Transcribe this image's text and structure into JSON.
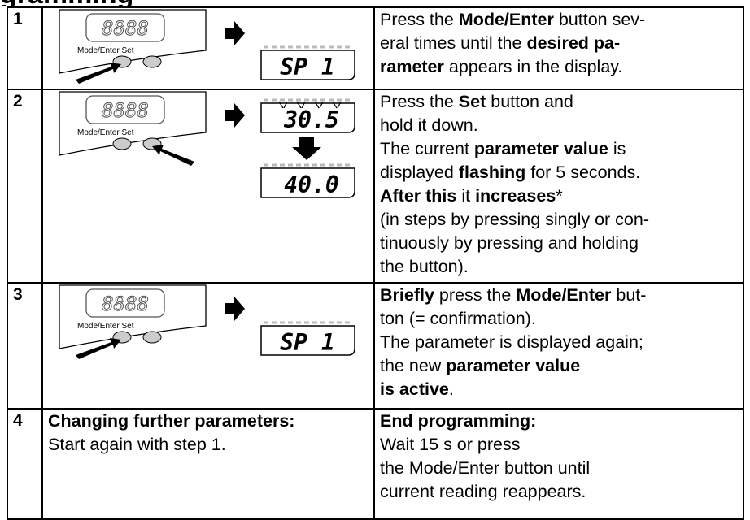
{
  "page": {
    "partial_title": "gramming"
  },
  "steps": [
    {
      "number": "1",
      "device": {
        "digits": "8888",
        "labels": "Mode/Enter Set",
        "pressed": "mode-enter"
      },
      "displays": [
        "SP 1"
      ],
      "text_lines": [
        [
          {
            "t": "Press the "
          },
          {
            "t": "Mode/Enter",
            "b": true
          },
          {
            "t": " button sev-"
          }
        ],
        [
          {
            "t": "eral times until the "
          },
          {
            "t": "desired pa-",
            "b": true
          }
        ],
        [
          {
            "t": "rameter",
            "b": true
          },
          {
            "t": " appears in the display."
          }
        ]
      ]
    },
    {
      "number": "2",
      "device": {
        "digits": "8888",
        "labels": "Mode/Enter Set",
        "pressed": "set"
      },
      "displays": [
        "30.5",
        "40.0"
      ],
      "text_lines": [
        [
          {
            "t": "Press the "
          },
          {
            "t": "Set",
            "b": true
          },
          {
            "t": " button and"
          }
        ],
        [
          {
            "t": "hold it down."
          }
        ],
        [
          {
            "t": "The current "
          },
          {
            "t": "parameter value",
            "b": true
          },
          {
            "t": " is"
          }
        ],
        [
          {
            "t": "displayed "
          },
          {
            "t": "flashing",
            "b": true
          },
          {
            "t": " for 5 seconds."
          }
        ],
        [
          {
            "t": "After this",
            "b": true
          },
          {
            "t": " it "
          },
          {
            "t": "increases",
            "b": true
          },
          {
            "t": "*"
          }
        ],
        [
          {
            "t": "(in steps by pressing singly or con-"
          }
        ],
        [
          {
            "t": "tinuously by pressing and holding"
          }
        ],
        [
          {
            "t": "the button)."
          }
        ]
      ]
    },
    {
      "number": "3",
      "device": {
        "digits": "8888",
        "labels": "Mode/Enter Set",
        "pressed": "mode-enter"
      },
      "displays": [
        "SP 1"
      ],
      "text_lines": [
        [
          {
            "t": "Briefly",
            "b": true
          },
          {
            "t": " press the "
          },
          {
            "t": "Mode/Enter",
            "b": true
          },
          {
            "t": " but-"
          }
        ],
        [
          {
            "t": "ton (= confirmation)."
          }
        ],
        [
          {
            "t": "The parameter is displayed again;"
          }
        ],
        [
          {
            "t": "the new "
          },
          {
            "t": "parameter value",
            "b": true
          }
        ],
        [
          {
            "t": "is active",
            "b": true
          },
          {
            "t": "."
          }
        ]
      ]
    }
  ],
  "step4": {
    "number": "4",
    "left_title": "Changing further parameters:",
    "left_text": "Start again with step 1.",
    "right_title": "End programming:",
    "right_lines": [
      "Wait 15 s or press",
      "the Mode/Enter button until",
      "current reading reappears."
    ]
  }
}
